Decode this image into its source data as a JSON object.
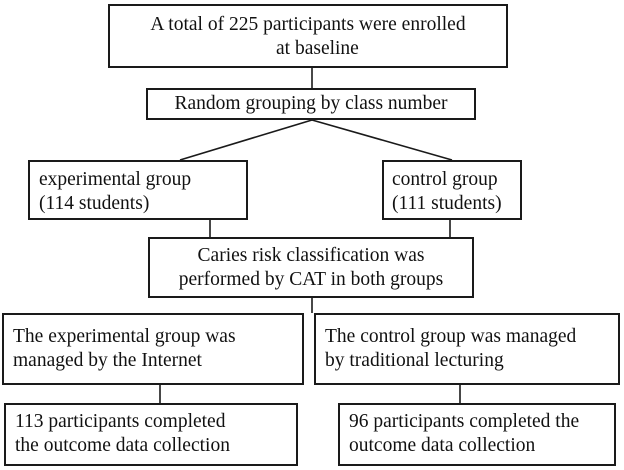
{
  "enrolled": {
    "line1": "A total of 225 participants were enrolled",
    "line2": "at baseline"
  },
  "grouping": {
    "text": "Random grouping by class number"
  },
  "experimental_group": {
    "line1": "experimental group",
    "line2": "(114 students)"
  },
  "control_group": {
    "line1": "control group",
    "line2": "(111 students)"
  },
  "classification": {
    "line1": "Caries risk classification was",
    "line2": "performed by CAT in both groups"
  },
  "experimental_management": {
    "line1": "The experimental group was",
    "line2": "managed by the Internet"
  },
  "control_management": {
    "line1": "The control group was managed",
    "line2": "by traditional lecturing"
  },
  "experimental_completed": {
    "line1": "113 participants completed",
    "line2": "the outcome data collection"
  },
  "control_completed": {
    "line1": "96 participants completed the",
    "line2": "outcome data collection"
  }
}
